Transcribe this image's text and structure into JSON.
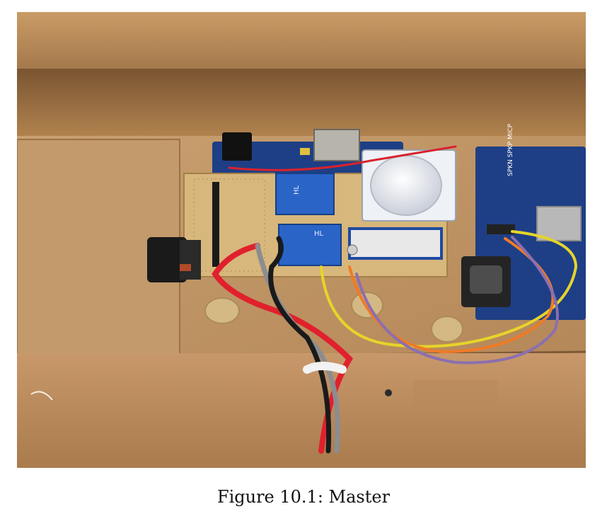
{
  "figure": {
    "caption": "Figure 10.1: Master"
  },
  "photo": {
    "relay_top_label": "HL",
    "relay_bottom_label": "HL",
    "gsm_board_label": "SPKN SPKP MICP"
  },
  "colors": {
    "cardboard": "#c79a68",
    "cardboard_dark": "#8c6540",
    "board_blue": "#1e3f86",
    "perfboard": "#d7b77c",
    "relay_blue": "#2a64c7",
    "pir_white": "#e8ecf2",
    "wire_red": "#e0212d",
    "wire_gray": "#8b8d90",
    "wire_black": "#1a1a1a",
    "wire_yellow": "#e6d42a",
    "wire_orange": "#f07a26",
    "wire_purple": "#8a6fb0"
  }
}
